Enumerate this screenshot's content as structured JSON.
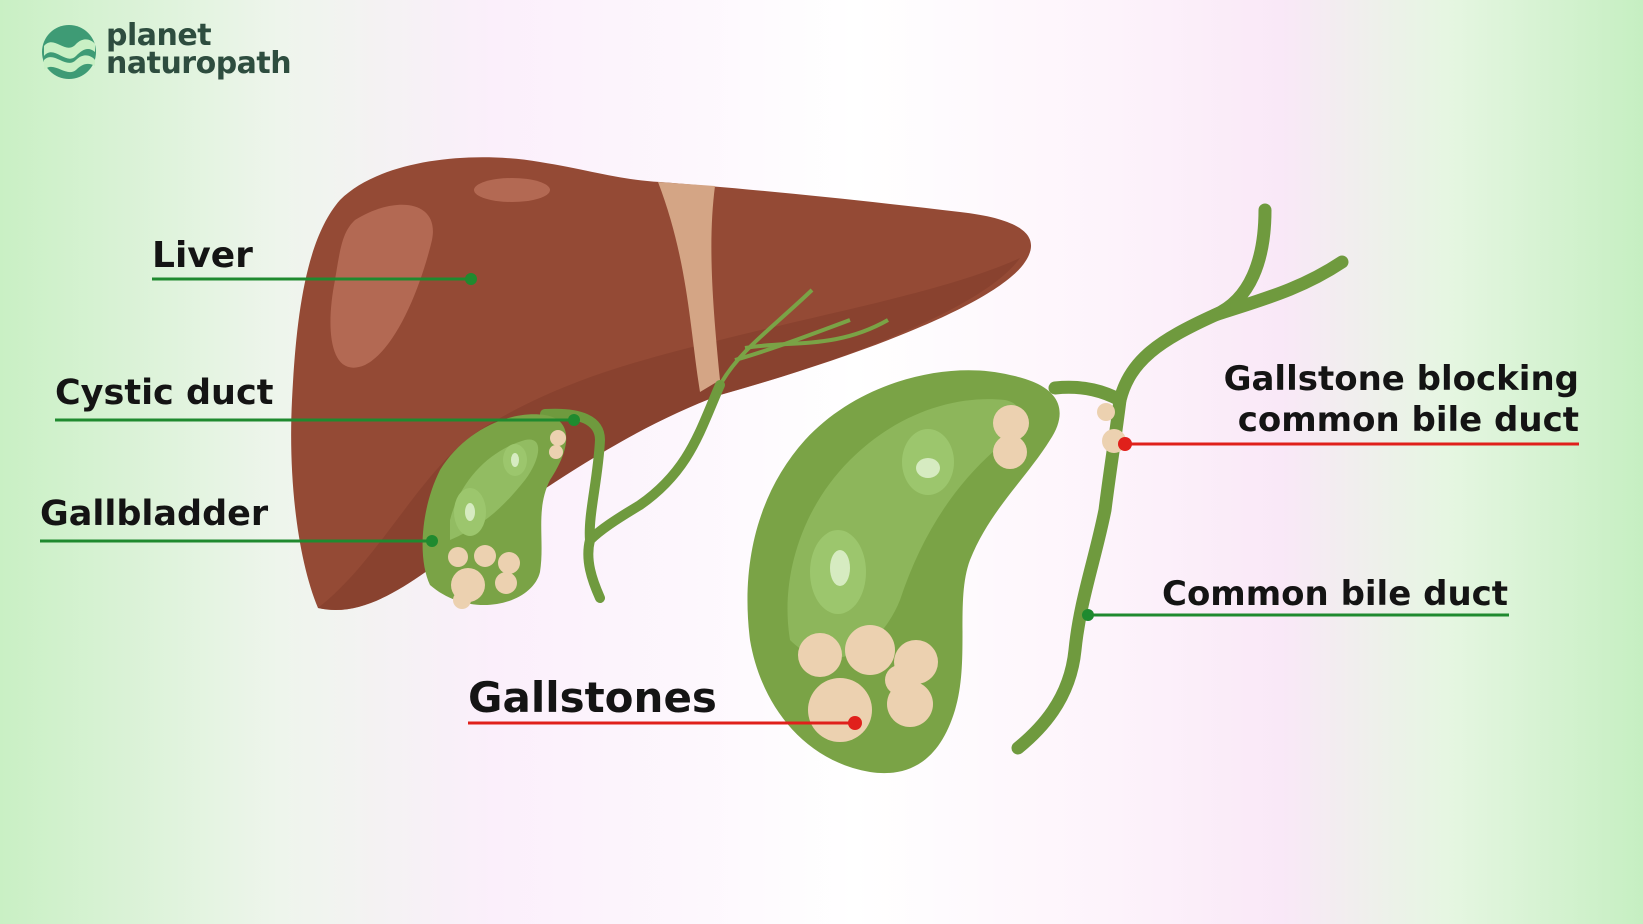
{
  "logo": {
    "line1": "planet",
    "line2": "naturopath",
    "icon": "wave-circle-icon"
  },
  "labels": {
    "liver": "Liver",
    "cystic_duct": "Cystic duct",
    "gallbladder": "Gallbladder",
    "gallstones": "Gallstones",
    "gallstone_blocking_line1": "Gallstone blocking",
    "gallstone_blocking_line2": "common bile duct",
    "common_bile_duct": "Common bile duct"
  },
  "colors": {
    "liver": "#944a35",
    "liver_dark": "#7f3c2a",
    "ligament": "#d4a585",
    "gallbladder": "#7aa346",
    "gallbladder_light": "#9cc66d",
    "duct": "#6f9a3e",
    "stone": "#ecd1b0",
    "leader_green": "#1f8a2f",
    "leader_red": "#e0201b"
  }
}
